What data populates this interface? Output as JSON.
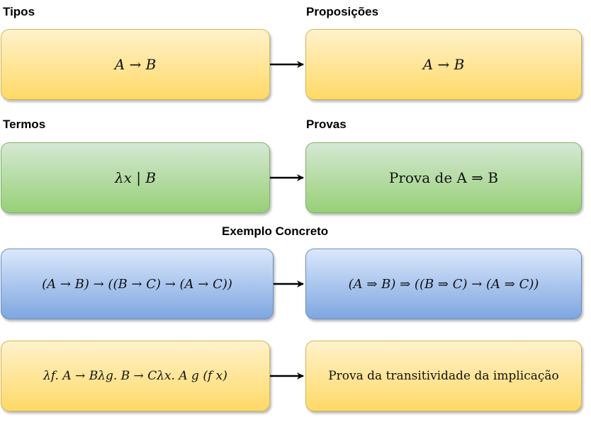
{
  "labels": {
    "tipos": "Tipos",
    "proposicoes": "Proposições",
    "termos": "Termos",
    "provas": "Provas",
    "exemplo": "Exemplo Concreto"
  },
  "boxes": {
    "tipo": "A → B",
    "proposicao": "A → B",
    "termo": "λx | B",
    "prova": "Prova de A ⇒ B",
    "exemplo_tipo": "(A → B) → ((B → C) → (A → C))",
    "exemplo_proposicao": "(A ⇒ B) ⇒ ((B ⇒ C) → (A ⇒ C))",
    "exemplo_termo": "λf. A → Bλg. B → Cλx. A g (f x)",
    "exemplo_prova": "Prova da transitividade da implicação"
  },
  "colors": {
    "yellow_fill_top": "#fff2cc",
    "yellow_fill_bottom": "#ffd966",
    "green_fill_top": "#d5e8d4",
    "green_fill_bottom": "#97d077",
    "blue_fill_top": "#dae8fc",
    "blue_fill_bottom": "#7ea6e0",
    "arrow": "#000000"
  }
}
